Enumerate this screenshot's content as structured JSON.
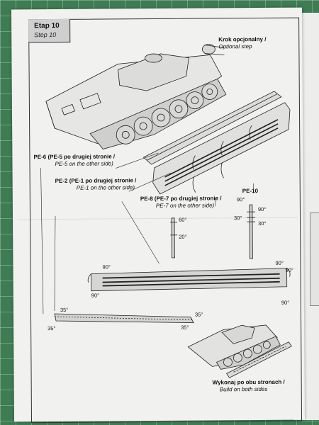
{
  "step": {
    "title_pl": "Etap 10",
    "title_en": "Step 10"
  },
  "labels": {
    "optional_pl": "Krok opcjonalny /",
    "optional_en": "Optional step",
    "pe6_pl": "PE-6 (PE-5 po drugiej stronie /",
    "pe6_en": "PE-5 on the other side)",
    "pe2_pl": "PE-2 (PE-1 po drugiej stronie /",
    "pe2_en": "PE-1 on the other side)",
    "pe8_pl": "PE-8 (PE-7 po drugiej stronie /",
    "pe8_en": "PE-7 on the other side)",
    "pe10": "PE-10",
    "both_pl": "Wykonaj po obu stronach /",
    "both_en": "Build on both sides"
  },
  "angles": {
    "pe8_top": "60°",
    "pe8_bottom": "20°",
    "pe10_tl": "90°",
    "pe10_tr": "90°",
    "pe10_bl": "30°",
    "pe10_br": "30°",
    "fender_left_top": "90°",
    "fender_left_bottom": "90°",
    "fender_right_a": "90°",
    "fender_right_b": "90°",
    "fender_right_c": "90°",
    "flap_left_top": "35°",
    "flap_left_bottom": "35°",
    "flap_right_top": "35°",
    "flap_right_bottom": "35°"
  },
  "colors": {
    "paper": "#f1f1ef",
    "ink": "#222222",
    "mat": "#3f7c54"
  }
}
